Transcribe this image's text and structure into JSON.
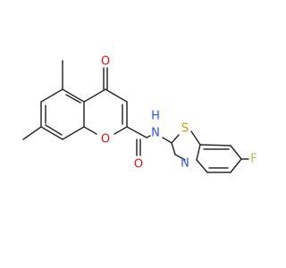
{
  "molecule": {
    "labels": {
      "carbonyl_oxygen": "O",
      "ring_oxygen": "O",
      "amide_oxygen": "O",
      "amide_nitrogen": "N",
      "amide_hydrogen": "H",
      "thiazole_sulfur": "S",
      "thiazole_nitrogen": "N",
      "fluorine": "F"
    },
    "colors": {
      "bond": "#2b2b2b",
      "oxygen": "#ff0d0d",
      "nitrogen": "#3050f8",
      "sulfur": "#c8a000",
      "fluorine": "#90d050"
    }
  }
}
